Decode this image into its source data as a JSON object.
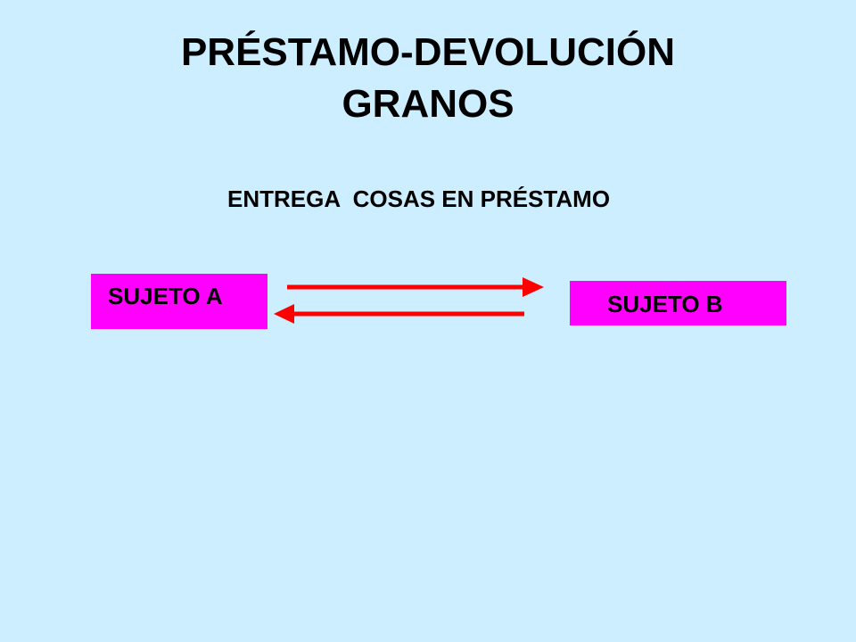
{
  "title": {
    "line1": "PRÉSTAMO-DEVOLUCIÓN",
    "line2": "GRANOS"
  },
  "subtitle": "ENTREGA  COSAS EN PRÉSTAMO",
  "boxes": {
    "a": "SUJETO A",
    "b": "SUJETO B"
  },
  "colors": {
    "background": "#cceeff",
    "box_fill": "#ff00ff",
    "arrow": "#ff0000",
    "text": "#000000"
  }
}
